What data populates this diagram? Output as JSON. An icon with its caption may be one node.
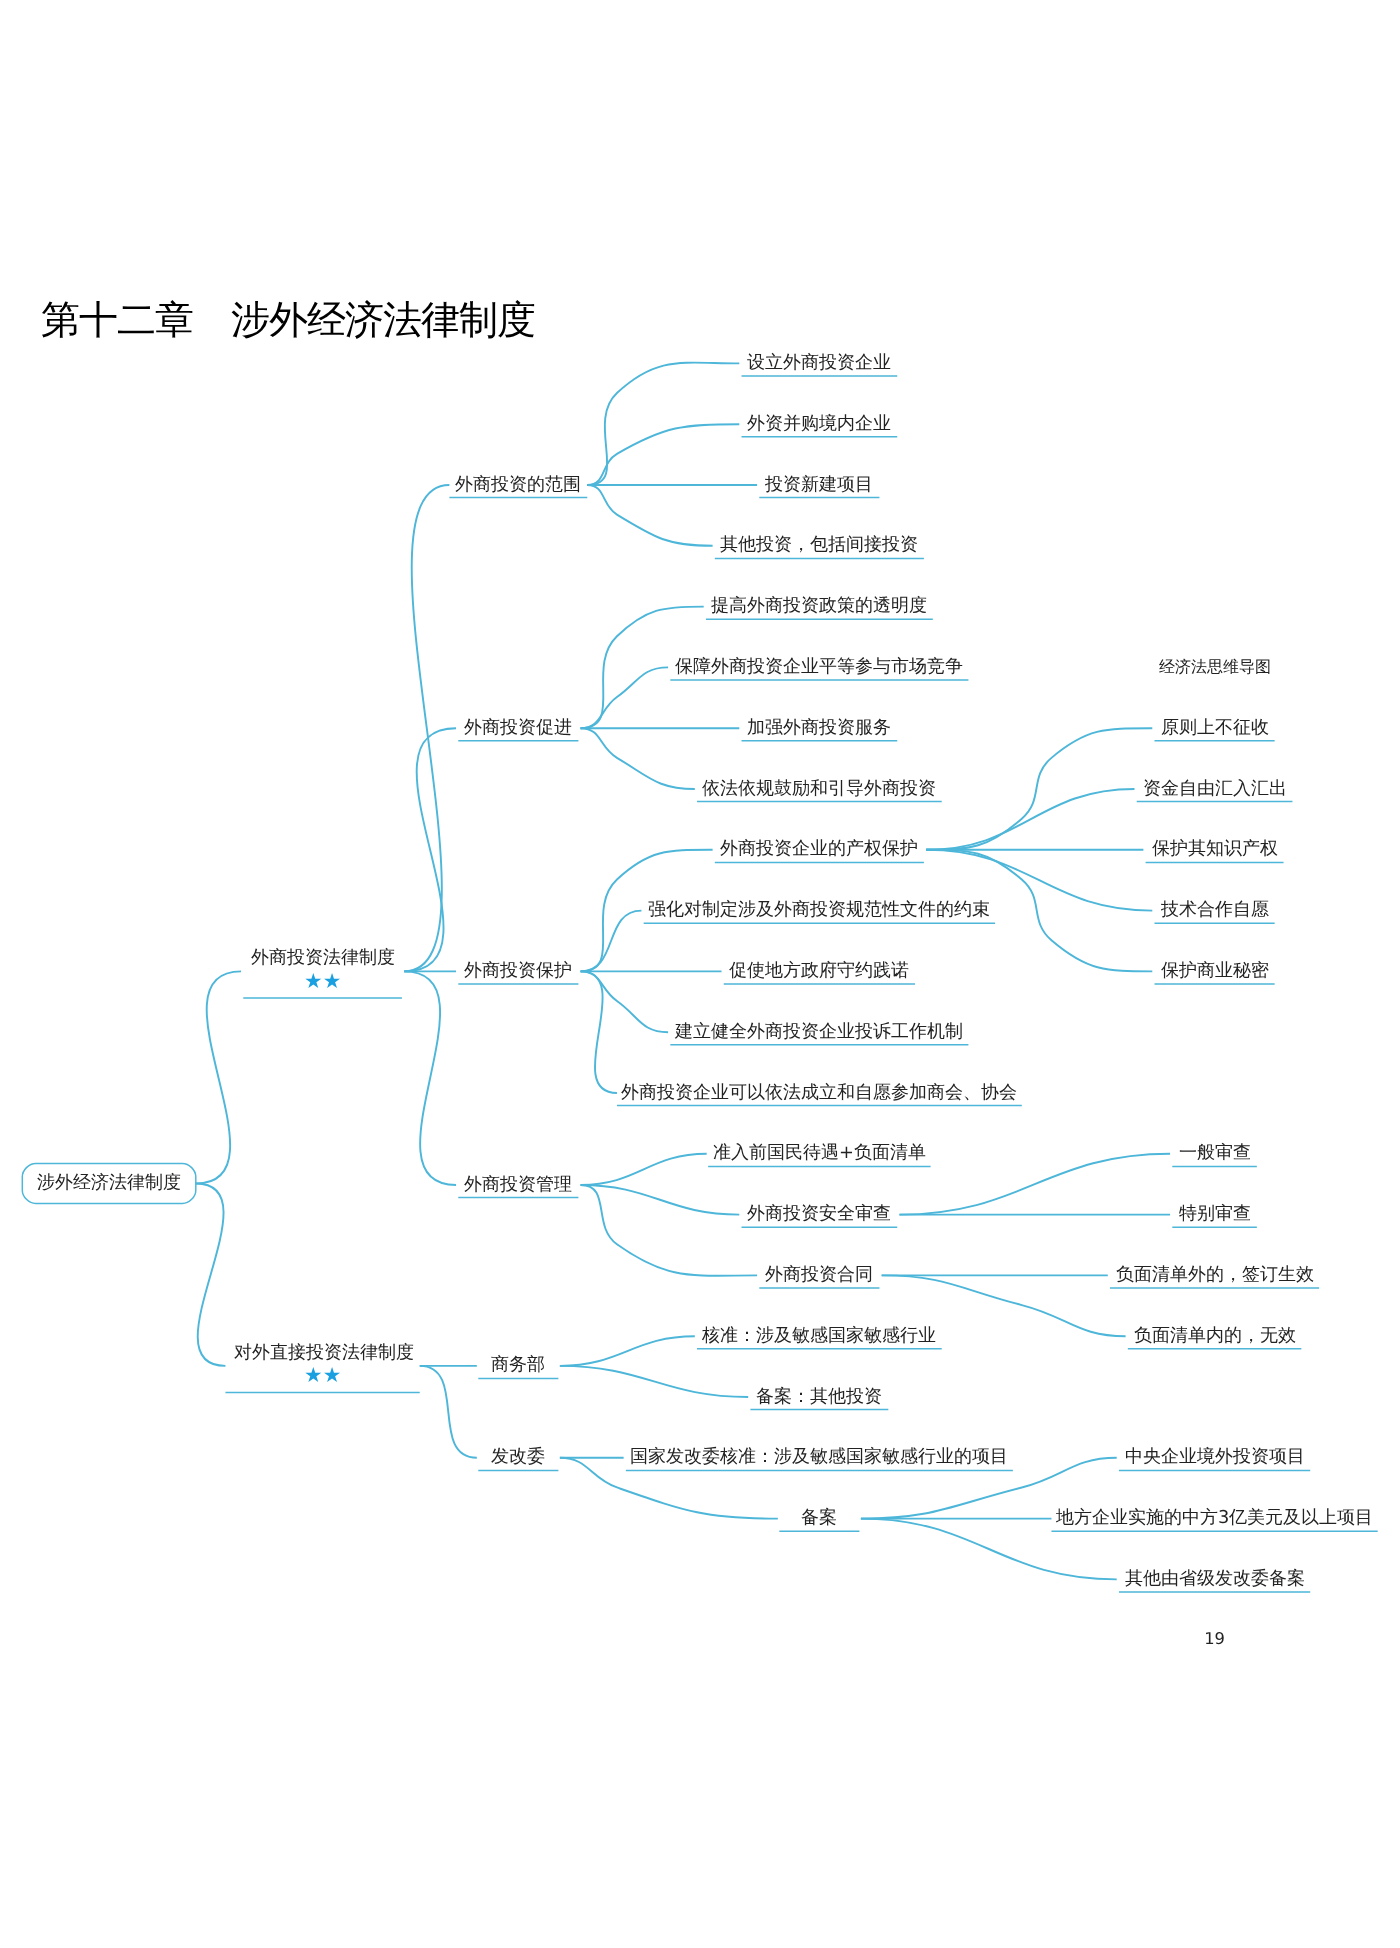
{
  "diagram": {
    "title": "第十二章　涉外经济法律制度",
    "nodes": [
      {
        "text": [
          "涉外经济法律制度"
        ]
      },
      {
        "text": [
          "外商投资法律制度",
          "★★"
        ]
      },
      {
        "text": [
          "外商投资的范围"
        ]
      },
      {
        "text": [
          "设立外商投资企业"
        ]
      },
      {
        "text": [
          "外资并购境内企业"
        ]
      },
      {
        "text": [
          "投资新建项目"
        ]
      },
      {
        "text": [
          "其他投资，包括间接投资"
        ]
      },
      {
        "text": [
          "外商投资促进"
        ]
      },
      {
        "text": [
          "提高外商投资政策的透明度"
        ]
      },
      {
        "text": [
          "保障外商投资企业平等参与市场竞争"
        ]
      },
      {
        "text": [
          "加强外商投资服务"
        ]
      },
      {
        "text": [
          "依法依规鼓励和引导外商投资"
        ]
      },
      {
        "text": [
          "外商投资保护"
        ]
      },
      {
        "text": [
          "外商投资企业的产权保护"
        ]
      },
      {
        "text": [
          "原则上不征收"
        ]
      },
      {
        "text": [
          "资金自由汇入汇出"
        ]
      },
      {
        "text": [
          "保护其知识产权"
        ]
      },
      {
        "text": [
          "技术合作自愿"
        ]
      },
      {
        "text": [
          "保护商业秘密"
        ]
      },
      {
        "text": [
          "强化对制定涉及外商投资规范性文件的约束"
        ]
      },
      {
        "text": [
          "促使地方政府守约践诺"
        ]
      },
      {
        "text": [
          "建立健全外商投资企业投诉工作机制"
        ]
      },
      {
        "text": [
          "外商投资企业可以依法成立和自愿参加商会、协会"
        ]
      },
      {
        "text": [
          "外商投资管理"
        ]
      },
      {
        "text": [
          "准入前国民待遇+负面清单"
        ]
      },
      {
        "text": [
          "外商投资安全审查"
        ]
      },
      {
        "text": [
          "一般审查"
        ]
      },
      {
        "text": [
          "特别审查"
        ]
      },
      {
        "text": [
          "外商投资合同"
        ]
      },
      {
        "text": [
          "负面清单外的，签订生效"
        ]
      },
      {
        "text": [
          "负面清单内的，无效"
        ]
      },
      {
        "text": [
          "对外直接投资法律制度",
          "★★"
        ]
      },
      {
        "text": [
          "商务部"
        ]
      },
      {
        "text": [
          "核准：涉及敏感国家敏感行业"
        ]
      },
      {
        "text": [
          "备案：其他投资"
        ]
      },
      {
        "text": [
          "发改委"
        ]
      },
      {
        "text": [
          "国家发改委核准：涉及敏感国家敏感行业的项目"
        ]
      },
      {
        "text": [
          "备案"
        ]
      },
      {
        "text": [
          "中央企业境外投资项目"
        ]
      },
      {
        "text": [
          "地方企业实施的中方3亿美元及以上项目"
        ]
      },
      {
        "text": [
          "其他由省级发改委备案"
        ]
      }
    ],
    "edges": [
      {
        "from": 0,
        "to": 1,
        "arrow": "none"
      },
      {
        "from": 1,
        "to": 2,
        "arrow": "none"
      },
      {
        "from": 2,
        "to": 3,
        "arrow": "none"
      },
      {
        "from": 2,
        "to": 4,
        "arrow": "none"
      },
      {
        "from": 2,
        "to": 5,
        "arrow": "none"
      },
      {
        "from": 2,
        "to": 6,
        "arrow": "none"
      },
      {
        "from": 1,
        "to": 7,
        "arrow": "none"
      },
      {
        "from": 7,
        "to": 8,
        "arrow": "none"
      },
      {
        "from": 7,
        "to": 9,
        "arrow": "none"
      },
      {
        "from": 7,
        "to": 10,
        "arrow": "none"
      },
      {
        "from": 7,
        "to": 11,
        "arrow": "none"
      },
      {
        "from": 1,
        "to": 12,
        "arrow": "none"
      },
      {
        "from": 12,
        "to": 13,
        "arrow": "none"
      },
      {
        "from": 13,
        "to": 14,
        "arrow": "none"
      },
      {
        "from": 13,
        "to": 15,
        "arrow": "none"
      },
      {
        "from": 13,
        "to": 16,
        "arrow": "none"
      },
      {
        "from": 13,
        "to": 17,
        "arrow": "none"
      },
      {
        "from": 13,
        "to": 18,
        "arrow": "none"
      },
      {
        "from": 12,
        "to": 19,
        "arrow": "none"
      },
      {
        "from": 12,
        "to": 20,
        "arrow": "none"
      },
      {
        "from": 12,
        "to": 21,
        "arrow": "none"
      },
      {
        "from": 12,
        "to": 22,
        "arrow": "none"
      },
      {
        "from": 1,
        "to": 23,
        "arrow": "none"
      },
      {
        "from": 23,
        "to": 24,
        "arrow": "none"
      },
      {
        "from": 23,
        "to": 25,
        "arrow": "none"
      },
      {
        "from": 25,
        "to": 26,
        "arrow": "none"
      },
      {
        "from": 25,
        "to": 27,
        "arrow": "none"
      },
      {
        "from": 23,
        "to": 28,
        "arrow": "none"
      },
      {
        "from": 28,
        "to": 29,
        "arrow": "none"
      },
      {
        "from": 28,
        "to": 30,
        "arrow": "none"
      },
      {
        "from": 0,
        "to": 31,
        "arrow": "none"
      },
      {
        "from": 31,
        "to": 32,
        "arrow": "none"
      },
      {
        "from": 32,
        "to": 33,
        "arrow": "none"
      },
      {
        "from": 32,
        "to": 34,
        "arrow": "none"
      },
      {
        "from": 31,
        "to": 35,
        "arrow": "none"
      },
      {
        "from": 35,
        "to": 36,
        "arrow": "none"
      },
      {
        "from": 35,
        "to": 37,
        "arrow": "none"
      },
      {
        "from": 37,
        "to": 38,
        "arrow": "none"
      },
      {
        "from": 37,
        "to": 39,
        "arrow": "none"
      },
      {
        "from": 37,
        "to": 40,
        "arrow": "none"
      }
    ],
    "labels": [
      "经济法思维导图",
      "19"
    ]
  }
}
